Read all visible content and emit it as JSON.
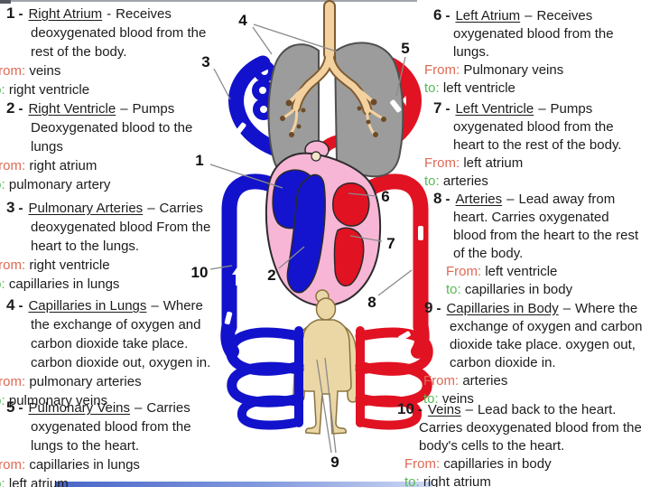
{
  "labels": {
    "from": "From:",
    "to": "to:"
  },
  "items_left": [
    {
      "num": "1",
      "dash": "-",
      "title": "Right Atrium",
      "sep": "-",
      "desc": "Receives deoxygenated blood from the rest of the body.",
      "from": "veins",
      "to": "right ventricle"
    },
    {
      "num": "2",
      "dash": "-",
      "title": "Right Ventricle",
      "sep": "–",
      "desc": "Pumps Deoxygenated blood to the lungs",
      "from": "right atrium",
      "to": "pulmonary artery"
    },
    {
      "num": "3",
      "dash": "-",
      "title": "Pulmonary Arteries",
      "sep": "–",
      "desc": "Carries deoxygenated blood From the heart to the lungs.",
      "from": "right ventricle",
      "to": "capillaries in lungs"
    },
    {
      "num": "4",
      "dash": "-",
      "title": "Capillaries in Lungs",
      "sep": "–",
      "desc": "Where the exchange of oxygen and carbon dioxide take place.  carbon dioxide out, oxygen in.",
      "from": "pulmonary arteries",
      "to": "pulmonary veins"
    },
    {
      "num": "5",
      "dash": "-",
      "title": "Pulmonary Veins",
      "sep": "–",
      "desc": "Carries oxygenated blood from the lungs to the heart.",
      "from": "capillaries in lungs",
      "to": "left atrium"
    }
  ],
  "items_right": [
    {
      "num": "6",
      "dash": "-",
      "title": "Left Atrium",
      "sep": "–",
      "desc": "Receives oxygenated blood from the lungs.",
      "from": "Pulmonary veins",
      "to": "left ventricle"
    },
    {
      "num": "7",
      "dash": "-",
      "title": "Left Ventricle",
      "sep": "–",
      "desc": "Pumps oxygenated blood from the heart to the rest of the body.",
      "from": "left atrium",
      "to": "arteries"
    },
    {
      "num": "8",
      "dash": "-",
      "title": "Arteries",
      "sep": "–",
      "desc": "Lead away from heart.  Carries oxygenated blood from the heart to the rest of the body.",
      "from": "left ventricle",
      "to": "capillaries in body"
    },
    {
      "num": "9",
      "dash": "-",
      "title": "Capillaries in Body",
      "sep": "–",
      "desc": "Where the exchange of oxygen and carbon dioxide take place. oxygen out, carbon dioxide in.",
      "from": "arteries",
      "to": "veins"
    },
    {
      "num": "10",
      "dash": "-",
      "title": "Veins",
      "sep": "–",
      "desc": "Lead back to the heart. Carries deoxygenated blood from the body's cells to the heart.",
      "from": "capillaries in body",
      "to": "right atrium"
    }
  ],
  "diagram": {
    "callouts": [
      {
        "n": "1"
      },
      {
        "n": "2"
      },
      {
        "n": "3"
      },
      {
        "n": "4"
      },
      {
        "n": "5"
      },
      {
        "n": "6"
      },
      {
        "n": "7"
      },
      {
        "n": "8"
      },
      {
        "n": "9"
      },
      {
        "n": "10"
      }
    ]
  },
  "colors": {
    "vessel_blue": "#1212CC",
    "vessel_red": "#E11222",
    "heart_pink": "#F8B6D6",
    "lung_gray": "#9C9C9C",
    "body_tan": "#EBD7A6",
    "trachea_tan": "#F4D2A0",
    "from_label": "#DD6A55",
    "to_label": "#55BB55",
    "text": "#1c1c1c"
  }
}
